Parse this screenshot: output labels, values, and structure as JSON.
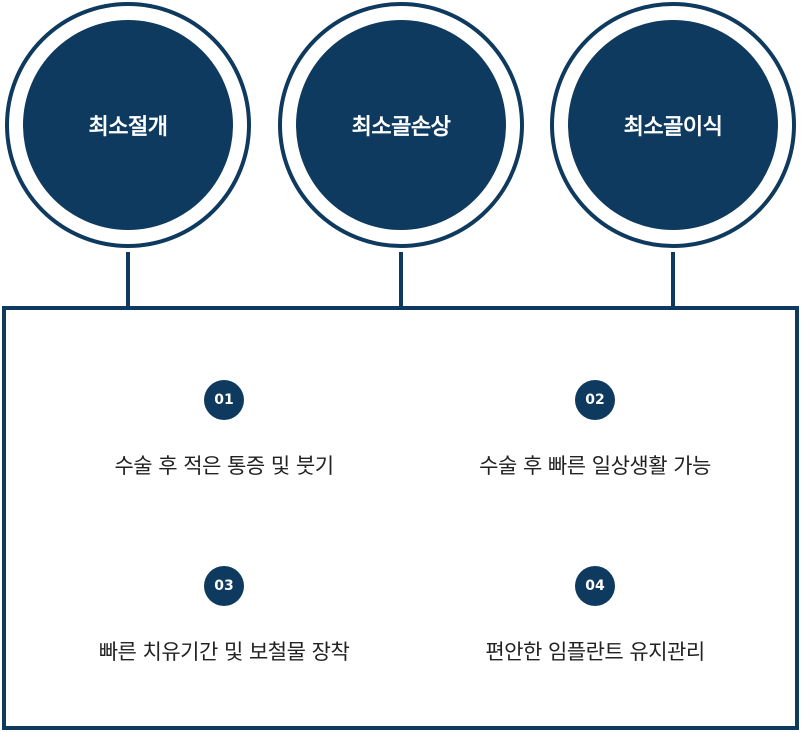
{
  "circles": [
    {
      "label": "최소절개"
    },
    {
      "label": "최소골손상"
    },
    {
      "label": "최소골이식"
    }
  ],
  "features": [
    {
      "number": "01",
      "text": "수술 후 적은 통증 및 붓기"
    },
    {
      "number": "02",
      "text": "수술 후 빠른 일상생활 가능"
    },
    {
      "number": "03",
      "text": "빠른 치유기간 및 보철물 장착"
    },
    {
      "number": "04",
      "text": "편안한 임플란트 유지관리"
    }
  ],
  "colors": {
    "primary": "#0d3a5e",
    "text": "#222222"
  }
}
